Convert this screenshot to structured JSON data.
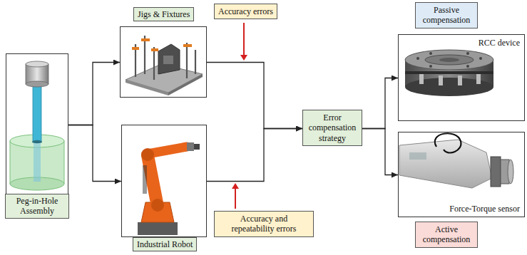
{
  "diagram": {
    "nodes": [
      {
        "text": [
          "Peg-in-Hole Assembly"
        ]
      },
      {
        "text": [
          "Jigs & Fixtures"
        ]
      },
      {
        "text": [
          "Accuracy errors"
        ]
      },
      {
        "text": [
          "Industrial Robot"
        ]
      },
      {
        "text": [
          "Accuracy and repeatability errors"
        ]
      },
      {
        "text": [
          "Error compensation strategy"
        ]
      },
      {
        "text": [
          "Passive compensation"
        ]
      },
      {
        "text": [
          "RCC device"
        ]
      },
      {
        "text": [
          "Force-Torque sensor"
        ]
      },
      {
        "text": [
          "Active compensation"
        ]
      }
    ],
    "edges": [
      {
        "from": 0,
        "to": 1,
        "arrow": "to"
      },
      {
        "from": 0,
        "to": 3,
        "arrow": "to"
      },
      {
        "from": 1,
        "to": 5,
        "arrow": "to"
      },
      {
        "from": 3,
        "to": 5,
        "arrow": "to"
      },
      {
        "from": 5,
        "to": 7,
        "arrow": "to"
      },
      {
        "from": 5,
        "to": 8,
        "arrow": "to"
      }
    ]
  }
}
